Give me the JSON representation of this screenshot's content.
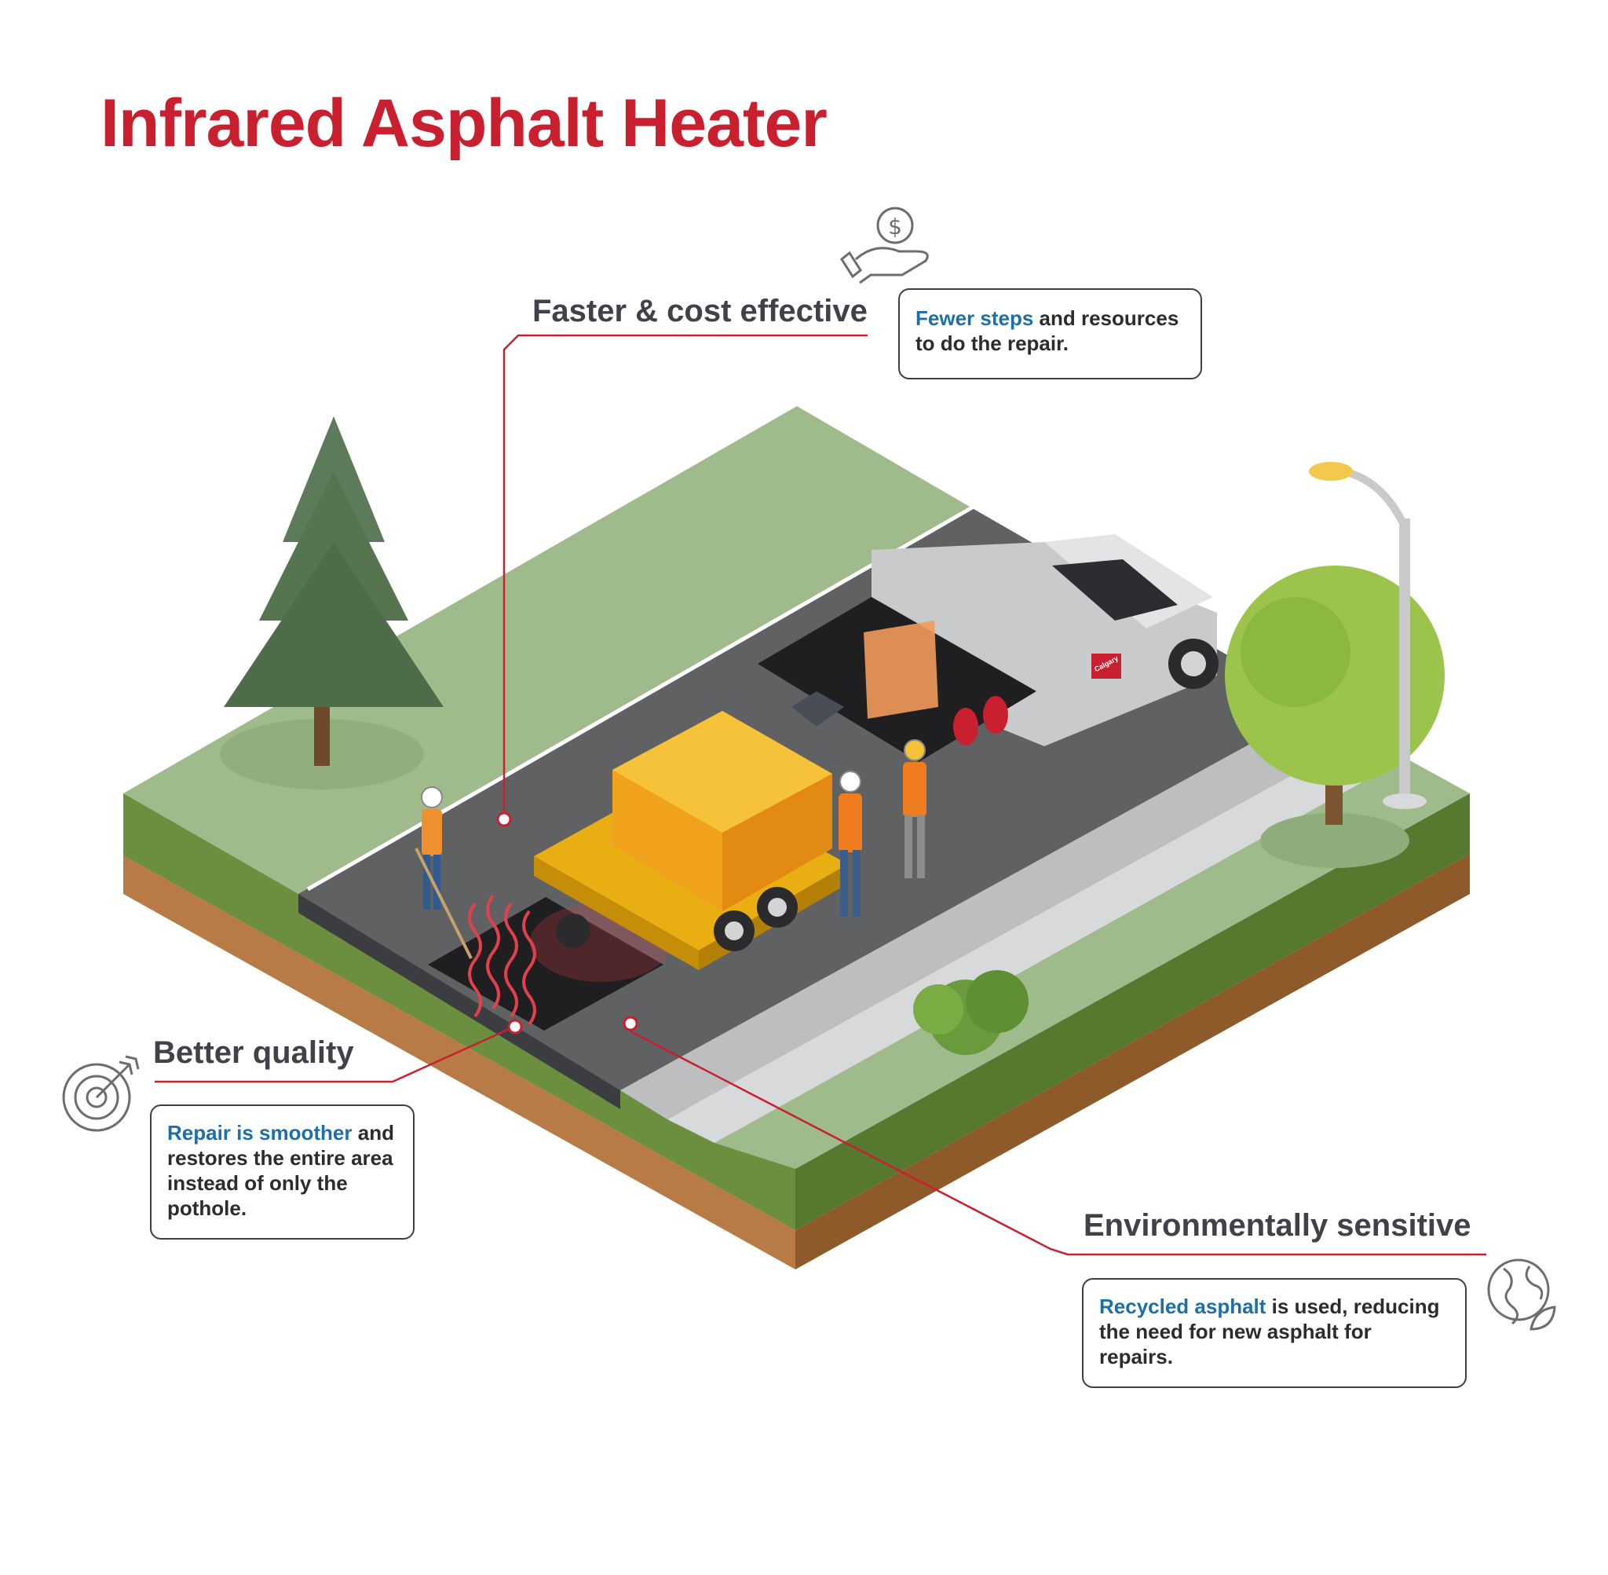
{
  "title": "Infrared Asphalt Heater",
  "benefits": {
    "faster": {
      "heading": "Faster & cost effective",
      "highlight": "Fewer steps",
      "text": "and resources to do the repair.",
      "icon": "money-hand-icon"
    },
    "quality": {
      "heading": "Better quality",
      "highlight": "Repair is smoother",
      "text": "and restores the entire area instead of only the pothole.",
      "icon": "target-icon"
    },
    "environment": {
      "heading": "Environmentally sensitive",
      "highlight": "Recycled asphalt",
      "text": "is used, reducing the need for new asphalt for repairs.",
      "icon": "globe-leaf-icon"
    }
  },
  "truck_door_label": "Calgary",
  "colors": {
    "title": "#c8202f",
    "highlight": "#1d6fa8",
    "heading": "#3f4248",
    "leader_line": "#c8202f",
    "grass": "#9fbb8c",
    "asphalt": "#5f6163"
  }
}
